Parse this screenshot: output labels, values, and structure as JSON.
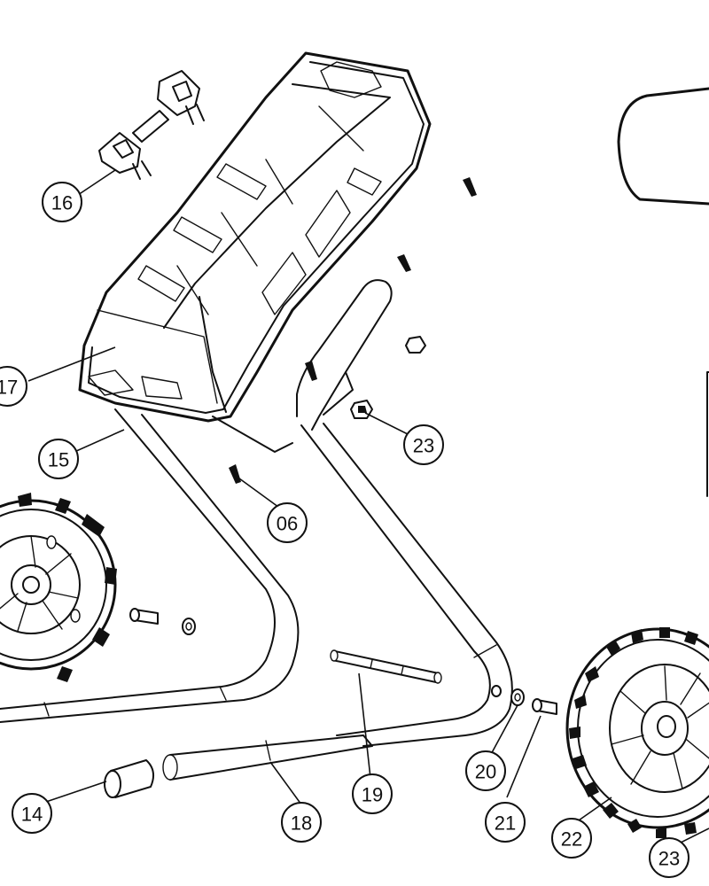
{
  "callouts": {
    "c06": "06",
    "c14": "14",
    "c15": "15",
    "c16": "16",
    "c17": "17",
    "c18": "18",
    "c19": "19",
    "c20": "20",
    "c21": "21",
    "c22": "22",
    "c23a": "23",
    "c23b": "23"
  }
}
